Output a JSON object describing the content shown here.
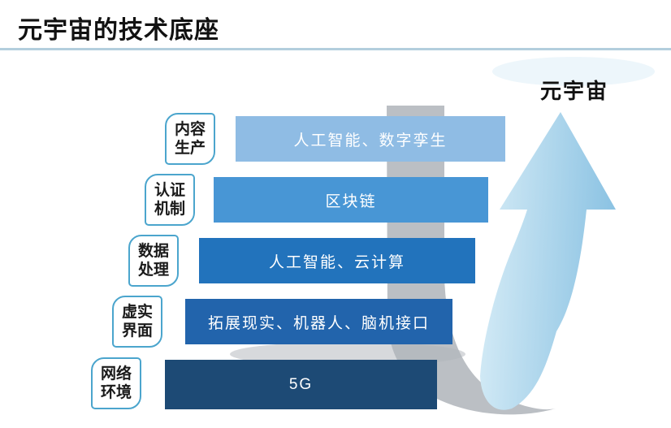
{
  "title": "元宇宙的技术底座",
  "arrow": {
    "label": "元宇宙"
  },
  "layers": [
    {
      "name": "内容生产",
      "label_line1": "内容",
      "label_line2": "生产",
      "technologies": "人工智能、数字孪生",
      "bar_color": "#8FBCE4"
    },
    {
      "name": "认证机制",
      "label_line1": "认证",
      "label_line2": "机制",
      "technologies": "区块链",
      "bar_color": "#4896D5"
    },
    {
      "name": "数据处理",
      "label_line1": "数据",
      "label_line2": "处理",
      "technologies": "人工智能、云计算",
      "bar_color": "#2273BC"
    },
    {
      "name": "虚实界面",
      "label_line1": "虚实",
      "label_line2": "界面",
      "technologies": "拓展现实、机器人、脑机接口",
      "bar_color": "#2264AC"
    },
    {
      "name": "网络环境",
      "label_line1": "网络",
      "label_line2": "环境",
      "technologies": "5G",
      "bar_color": "#1D4A75"
    }
  ],
  "colors": {
    "title_underline": "#B3CEDD",
    "label_box_border": "#4BA5CD",
    "arrow_gradient_light": "#D8EDF7",
    "arrow_gradient_dark": "#8CC3E3",
    "shadow_gray": "#AFB4BA",
    "haze_blue": "#DCEEF8"
  }
}
